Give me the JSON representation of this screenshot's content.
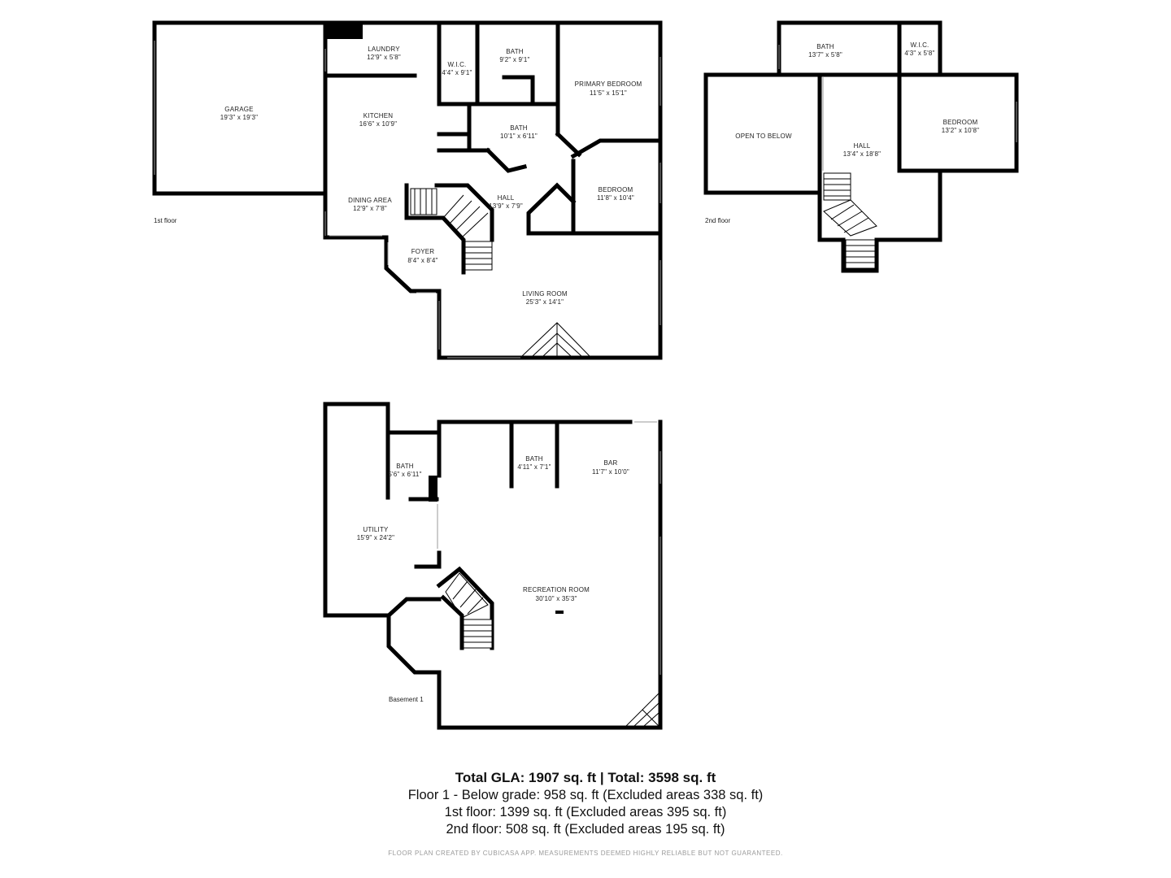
{
  "floors": {
    "first": {
      "label": "1st floor",
      "rooms": [
        {
          "name": "GARAGE",
          "size": "19'3\" x 19'3\""
        },
        {
          "name": "LAUNDRY",
          "size": "12'9\" x 5'8\""
        },
        {
          "name": "W.I.C.",
          "size": "4'4\" x 9'1\""
        },
        {
          "name": "BATH",
          "size": "9'2\" x 9'1\""
        },
        {
          "name": "PRIMARY BEDROOM",
          "size": "11'5\" x 15'1\""
        },
        {
          "name": "KITCHEN",
          "size": "16'6\" x 10'9\""
        },
        {
          "name": "BATH",
          "size": "10'1\" x 6'11\""
        },
        {
          "name": "DINING AREA",
          "size": "12'9\" x 7'8\""
        },
        {
          "name": "HALL",
          "size": "13'9\" x 7'9\""
        },
        {
          "name": "BEDROOM",
          "size": "11'8\" x 10'4\""
        },
        {
          "name": "FOYER",
          "size": "8'4\" x 8'4\""
        },
        {
          "name": "LIVING ROOM",
          "size": "25'3\" x 14'1\""
        }
      ]
    },
    "second": {
      "label": "2nd floor",
      "rooms": [
        {
          "name": "BATH",
          "size": "13'7\" x 5'8\""
        },
        {
          "name": "W.I.C.",
          "size": "4'3\" x 5'8\""
        },
        {
          "name": "OPEN TO BELOW",
          "size": ""
        },
        {
          "name": "HALL",
          "size": "13'4\" x 18'8\""
        },
        {
          "name": "BEDROOM",
          "size": "13'2\" x 10'8\""
        }
      ]
    },
    "basement": {
      "label": "Basement 1",
      "rooms": [
        {
          "name": "BATH",
          "size": "5'6\" x 6'11\""
        },
        {
          "name": "BATH",
          "size": "4'11\" x 7'1\""
        },
        {
          "name": "BAR",
          "size": "11'7\" x 10'0\""
        },
        {
          "name": "UTILITY",
          "size": "15'9\" x 24'2\""
        },
        {
          "name": "RECREATION ROOM",
          "size": "30'10\" x 35'3\""
        }
      ]
    }
  },
  "summary": {
    "total": "Total GLA: 1907 sq. ft | Total: 3598 sq. ft",
    "lines": [
      "Floor 1 - Below grade: 958 sq. ft (Excluded areas 338 sq. ft)",
      "1st floor: 1399 sq. ft (Excluded areas 395 sq. ft)",
      "2nd floor: 508 sq. ft (Excluded areas 195 sq. ft)"
    ]
  },
  "disclaimer": "FLOOR PLAN CREATED BY CUBICASA APP. MEASUREMENTS DEEMED HIGHLY RELIABLE BUT NOT GUARANTEED.",
  "colors": {
    "walls": "#000000",
    "text": "#222222",
    "disclaimer": "#9a9a9a"
  }
}
